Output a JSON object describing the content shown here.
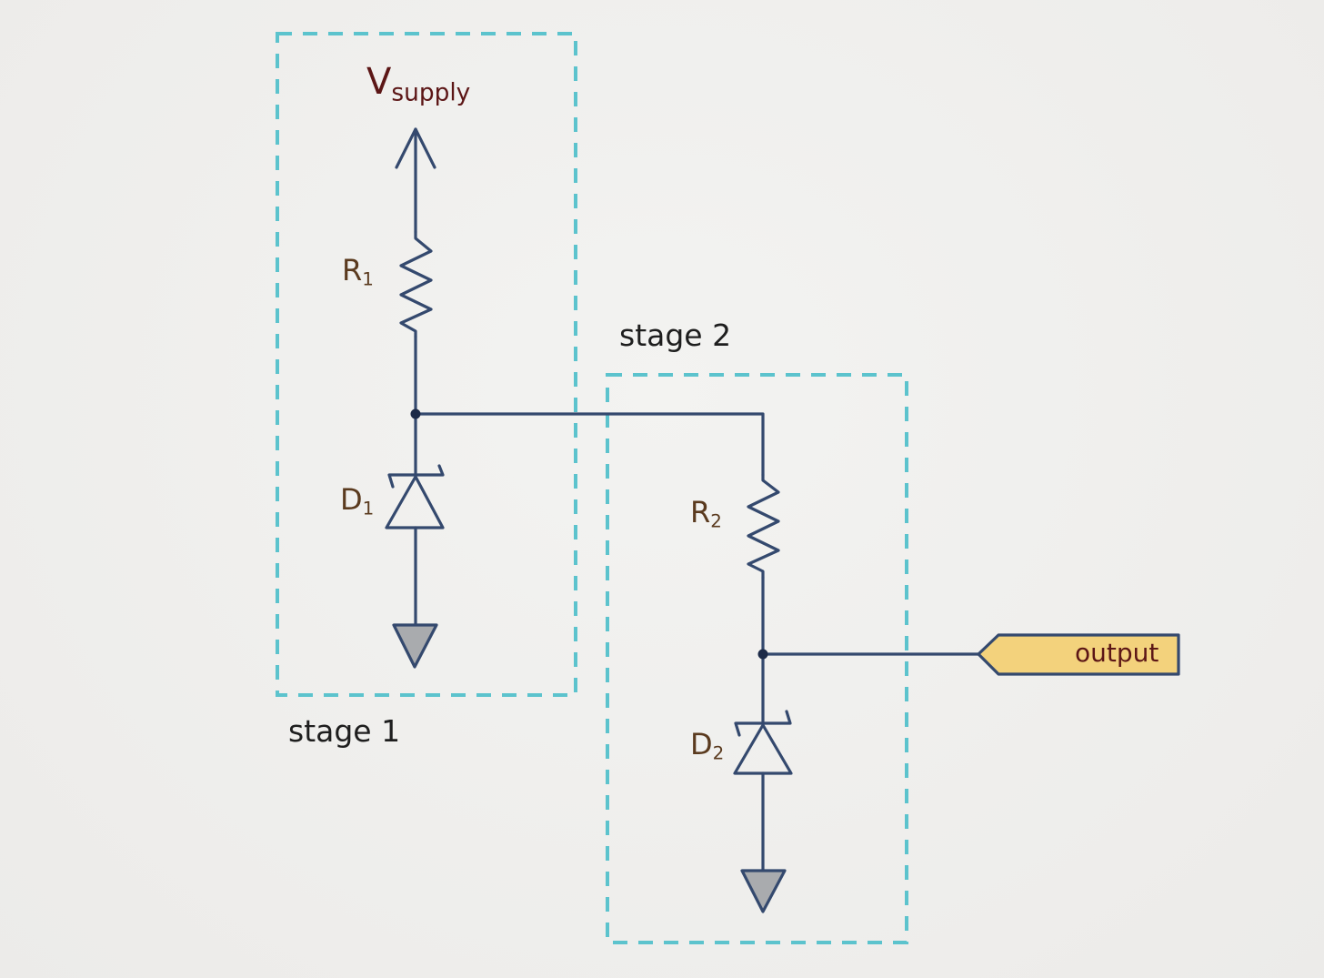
{
  "labels": {
    "vsupply_main": "V",
    "vsupply_sub": "supply",
    "r1_main": "R",
    "r1_sub": "1",
    "d1_main": "D",
    "d1_sub": "1",
    "r2_main": "R",
    "r2_sub": "2",
    "d2_main": "D",
    "d2_sub": "2",
    "stage1": "stage 1",
    "stage2": "stage 2",
    "output": "output"
  },
  "colors": {
    "wire": "#34496e",
    "stage_box": "#5cc3cd",
    "ground_fill": "#a9abae",
    "output_tag_fill": "#f3d27c",
    "component_text": "#5a3a1e",
    "supply_text": "#5c1616",
    "stage_text": "#1e1e1e"
  }
}
